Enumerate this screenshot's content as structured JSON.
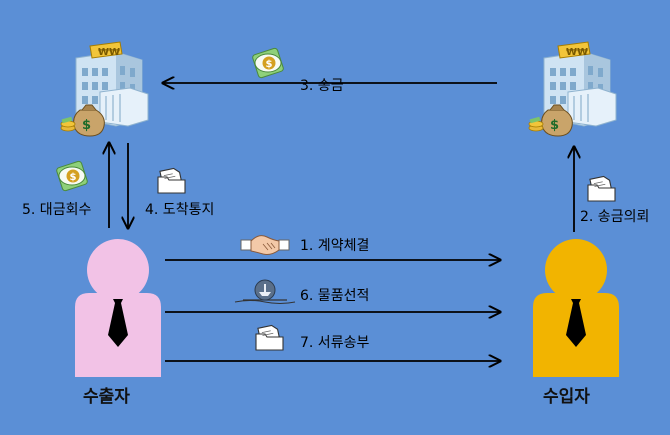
{
  "diagram": {
    "parties": {
      "exporter": "수출자",
      "importer": "수입자"
    },
    "steps": [
      {
        "label": "1. 계약체결",
        "icon": "handshake-icon"
      },
      {
        "label": "2. 송금의뢰",
        "icon": "document-folder-icon"
      },
      {
        "label": "3. 송금",
        "icon": "money-icon"
      },
      {
        "label": "4. 도착통지",
        "icon": "document-folder-icon"
      },
      {
        "label": "5. 대금회수",
        "icon": "money-icon"
      },
      {
        "label": "6. 물품선적",
        "icon": "ship-icon"
      },
      {
        "label": "7. 서류송부",
        "icon": "document-folder-icon"
      }
    ],
    "colors": {
      "background": "#5b8fd6",
      "exporter_figure": "#f2c2e6",
      "importer_figure": "#f2b400",
      "arrow": "#000000"
    }
  }
}
